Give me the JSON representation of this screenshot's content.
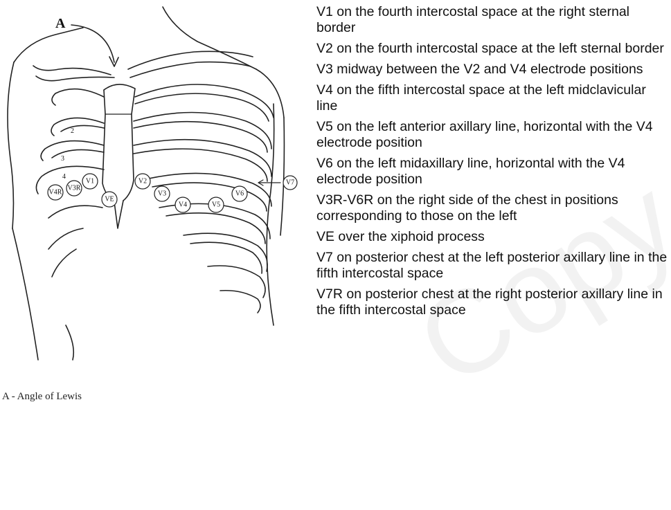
{
  "diagram": {
    "pointer_label": "A",
    "rib_numbers": [
      "2",
      "3",
      "4"
    ],
    "electrodes": [
      {
        "id": "v1",
        "label": "V1"
      },
      {
        "id": "v2",
        "label": "V2"
      },
      {
        "id": "v3",
        "label": "V3"
      },
      {
        "id": "v4",
        "label": "V4"
      },
      {
        "id": "v5",
        "label": "V5"
      },
      {
        "id": "v6",
        "label": "V6"
      },
      {
        "id": "v7",
        "label": "V7"
      },
      {
        "id": "ve",
        "label": "VE"
      },
      {
        "id": "v3r",
        "label": "V3R"
      },
      {
        "id": "v4r",
        "label": "V4R"
      }
    ],
    "caption": "A - Angle of Lewis"
  },
  "descriptions": [
    "V1 on the fourth intercostal space at the right sternal border",
    "V2 on the fourth intercostal space at the left sternal border",
    "V3 midway between the V2 and V4 electrode positions",
    "V4 on the fifth intercostal  space at the left midclavicular line",
    "V5 on the left anterior axillary line, horizontal with the V4 electrode position",
    "V6 on the left midaxillary line, horizontal with the V4 electrode position",
    "V3R-V6R on the right side of the chest in positions corresponding to those on the left",
    "VE over the xiphoid process",
    "V7 on posterior chest at the left posterior axillary line in the fifth intercostal space",
    "V7R on posterior chest at the right posterior axillary line in the fifth intercostal space"
  ],
  "watermark": "Copy"
}
